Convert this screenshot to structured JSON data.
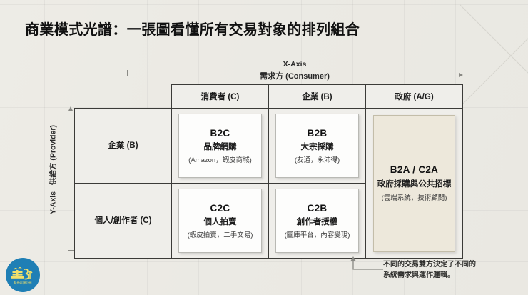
{
  "title": "商業模式光譜：一張圖看懂所有交易對象的排列組合",
  "axes": {
    "x": {
      "name": "X-Axis",
      "label": "需求方 (Consumer)"
    },
    "y": {
      "name": "Y-Axis",
      "label": "供給方 (Provider)"
    }
  },
  "matrix": {
    "column_headers": [
      "消費者 (C)",
      "企業 (B)",
      "政府 (A/G)"
    ],
    "row_headers": [
      "企業 (B)",
      "個人/創作者 (C)"
    ],
    "cells": [
      {
        "code": "B2C",
        "name": "品牌網購",
        "examples": "(Amazon，蝦皮商城)"
      },
      {
        "code": "B2B",
        "name": "大宗採購",
        "examples": "(友通，永沛得)"
      },
      {
        "code": "C2C",
        "name": "個人拍賣",
        "examples": "(蝦皮拍賣，二手交易)"
      },
      {
        "code": "C2B",
        "name": "創作者授權",
        "examples": "(圖庫平台，內容變現)"
      }
    ],
    "merged_cell": {
      "code": "B2A / C2A",
      "name": "政府採購與公共招標",
      "examples": "(雲端系統，技術顧問)"
    }
  },
  "note": {
    "line1": "不同的交易雙方決定了不同的",
    "line2": "系統需求與運作邏輯。"
  },
  "logo": {
    "alt": "brand-logo",
    "circle_color": "#1f7fb5",
    "mark_color": "#f2e06a"
  },
  "colors": {
    "background": "#f2f1ed",
    "cell_background": "#efeeea",
    "box_background": "#fdfdfc",
    "highlight_background": "#ede8db",
    "border": "#3b3b38",
    "text": "#1c1c1c"
  }
}
